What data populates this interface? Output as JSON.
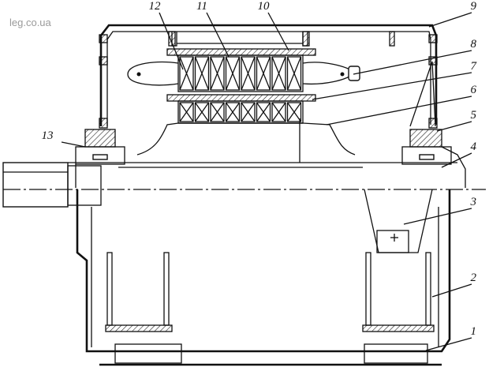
{
  "watermark": "leg.co.ua",
  "labels": [
    "1",
    "2",
    "3",
    "4",
    "5",
    "6",
    "7",
    "8",
    "9",
    "10",
    "11",
    "12",
    "13"
  ]
}
